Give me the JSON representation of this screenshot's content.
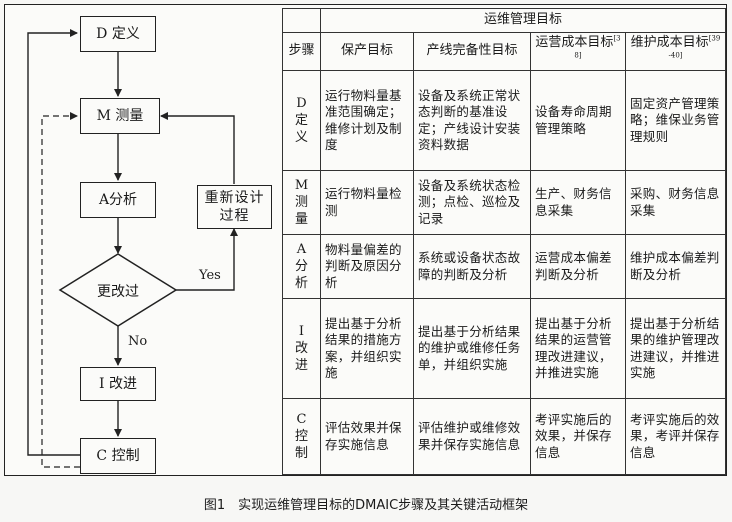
{
  "flowchart": {
    "define": "D 定义",
    "measure": "M 测量",
    "analyze": "A分析",
    "redesign": "重新设计过程",
    "decision": "更改过",
    "improve": "I 改进",
    "control": "C 控制",
    "yes": "Yes",
    "no": "No"
  },
  "table": {
    "top_header": "运维管理目标",
    "step_header": "步骤",
    "columns": [
      {
        "label": "保产目标",
        "ref": ""
      },
      {
        "label": "产线完备性目标",
        "ref": ""
      },
      {
        "label": "运营成本目标",
        "ref": "[38]"
      },
      {
        "label": "维护成本目标",
        "ref": "[39-40]"
      }
    ],
    "rows": [
      {
        "step": "D定义",
        "cells": [
          "运行物料量基准范围确定；维修计划及制度",
          "设备及系统正常状态判断的基准设定；产线设计安装资料数据",
          "设备寿命周期管理策略",
          "固定资产管理策略；维保业务管理规则"
        ]
      },
      {
        "step": "M测量",
        "cells": [
          "运行物料量检测",
          "设备及系统状态检测；点检、巡检及记录",
          "生产、财务信息采集",
          "采购、财务信息采集"
        ]
      },
      {
        "step": "A分析",
        "cells": [
          "物料量偏差的判断及原因分析",
          "系统或设备状态故障的判断及分析",
          "运营成本偏差判断及分析",
          "维护成本偏差判断及分析"
        ]
      },
      {
        "step": "I改进",
        "cells": [
          "提出基于分析结果的措施方案，并组织实施",
          "提出基于分析结果的维护或维修任务单，并组织实施",
          "提出基于分析结果的运营管理改进建议，并推进实施",
          "提出基于分析结果的维护管理改进建议，并推进实施"
        ]
      },
      {
        "step": "C控制",
        "cells": [
          "评估效果并保存实施信息",
          "评估维护或维修效果并保存实施信息",
          "考评实施后的效果，并保存信息",
          "考评实施后的效果，考评并保存信息"
        ]
      }
    ]
  },
  "caption": "图1　实现运维管理目标的DMAIC步骤及其关键活动框架"
}
